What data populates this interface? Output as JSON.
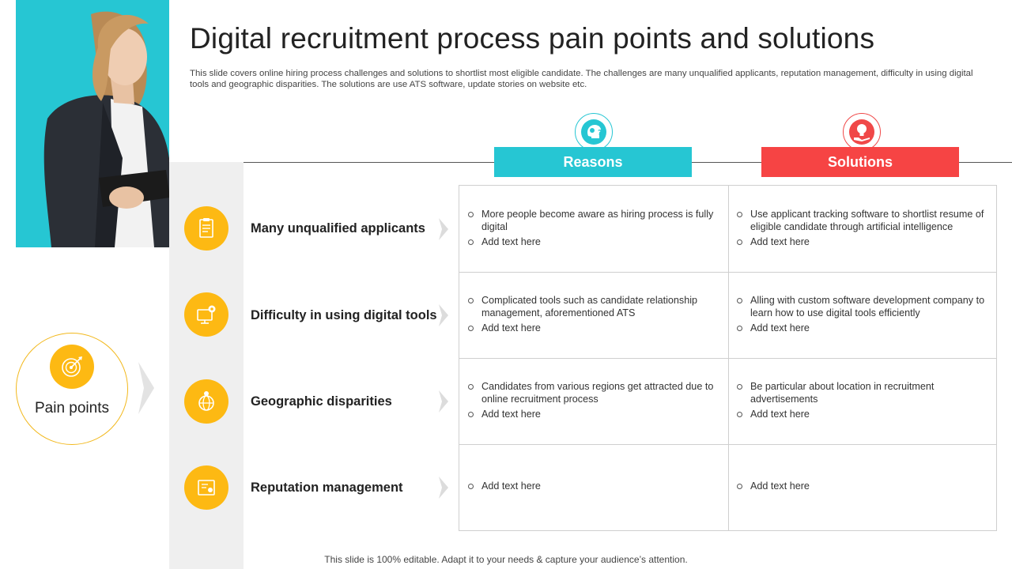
{
  "title": "Digital recruitment process pain points and solutions",
  "subtitle": "This slide covers online hiring process challenges and solutions to shortlist most eligible candidate. The challenges are many unqualified applicants, reputation management, difficulty in using digital tools and geographic disparities. The solutions are use ATS software, update stories on website etc.",
  "columns": {
    "reasons": "Reasons",
    "solutions": "Solutions"
  },
  "pain_points_label": "Pain points",
  "rows": [
    {
      "label": "Many unqualified applicants",
      "icon": "document-icon",
      "reasons": [
        "More people become aware as hiring process is fully digital",
        "Add text here"
      ],
      "solutions": [
        "Use applicant tracking software to shortlist resume of eligible candidate through artificial intelligence",
        "Add text here"
      ]
    },
    {
      "label": "Difficulty in using digital tools",
      "icon": "monitor-gear-icon",
      "reasons": [
        "Complicated tools such as candidate relationship management, aforementioned ATS",
        "Add text here"
      ],
      "solutions": [
        "Alling with custom software development company to learn how to use digital tools efficiently",
        "Add text here"
      ]
    },
    {
      "label": "Geographic disparities",
      "icon": "globe-pin-icon",
      "reasons": [
        "Candidates from various regions get attracted due to online recruitment process",
        "Add text here"
      ],
      "solutions": [
        "Be particular about location in recruitment advertisements",
        "Add text here"
      ]
    },
    {
      "label": "Reputation management",
      "icon": "certificate-icon",
      "reasons": [
        "Add text here"
      ],
      "solutions": [
        "Add text here"
      ]
    }
  ],
  "footer": "This slide is 100% editable. Adapt it to your needs & capture your audience’s attention.",
  "colors": {
    "cyan": "#26c6d3",
    "red": "#f64444",
    "yellow": "#fdb913",
    "gray": "#efefef"
  }
}
